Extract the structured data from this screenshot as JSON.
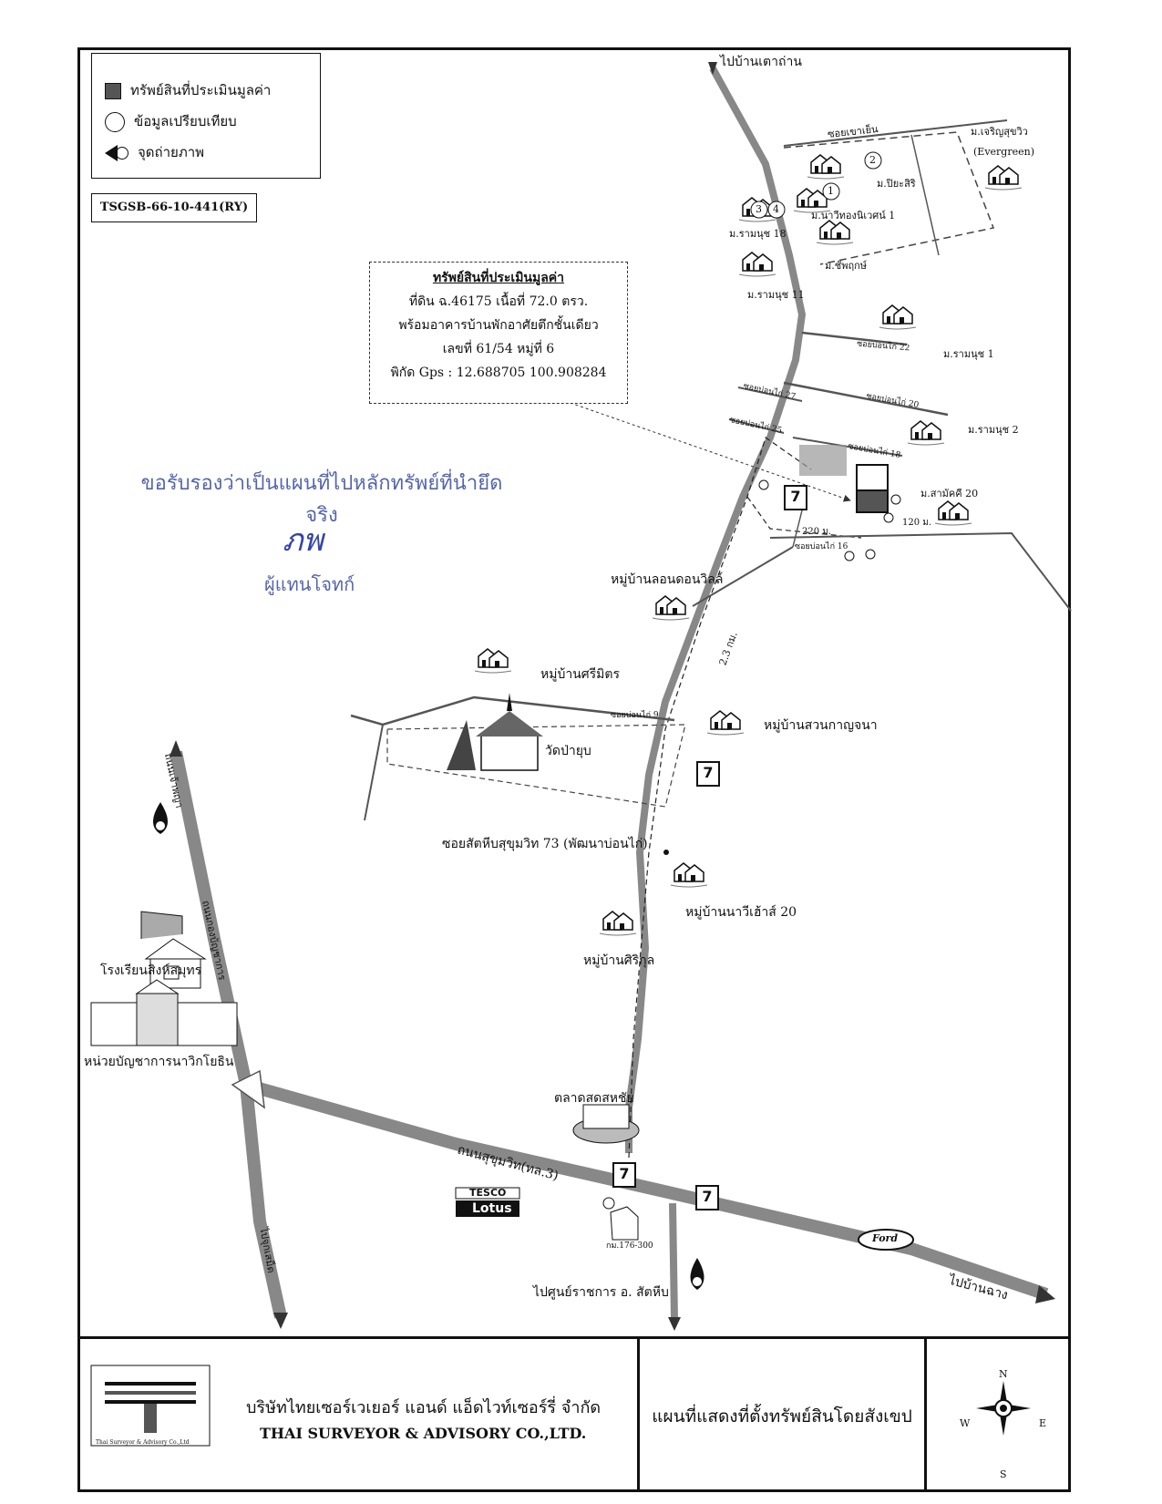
{
  "legend": {
    "items": [
      {
        "label": "ทรัพย์สินที่ประเมินมูลค่า",
        "icon": "filled-square-icon"
      },
      {
        "label": "ข้อมูลเปรียบเทียบ",
        "icon": "circle-icon"
      },
      {
        "label": "จุดถ่ายภาพ",
        "icon": "camera-point-icon"
      }
    ]
  },
  "reference_code": "TSGSB-66-10-441(RY)",
  "property_info": {
    "title": "ทรัพย์สินที่ประเมินมูลค่า",
    "line1": "ที่ดิน ฉ.46175 เนื้อที่ 72.0 ตรว.",
    "line2": "พร้อมอาคารบ้านพักอาศัยตึกชั้นเดียว",
    "line3": "เลขที่ 61/54 หมู่ที่ 6",
    "line4": "พิกัด Gps : 12.688705 100.908284"
  },
  "stamp": {
    "text": "ขอรับรองว่าเป็นแผนที่ไปหลักทรัพย์ที่นำยึดจริง",
    "signature": "ภพ",
    "role": "ผู้แทนโจทก์"
  },
  "map_labels": {
    "to_north": "ไปบ้านเตาถ่าน",
    "soi_khao_yen": "ซอยเขาเย็น",
    "charoen_sukhum": "ม.เจริญสุขวิว",
    "evergreen": "(Evergreen)",
    "piyasiri": "ม.ปิยะสิริ",
    "nawi": "ม.นาวีทองนิเวศน์ 1",
    "raman18": "ม.รามนุช 18",
    "chaphruk": "ม.ชัพฤกษ์",
    "raman11": "ม.รามนุช 11",
    "raman1": "ม.รามนุช 1",
    "soi22": "ซอยบ่อนไก่ 22",
    "soi27": "ซอยบ่อนไก่ 27",
    "soi20": "ซอยบ่อนไก่ 20",
    "soi25": "ซอยบ่อนไก่ 25",
    "soi18": "ซอยบ่อนไก่ 18",
    "raman2": "ม.รามนุช 2",
    "samakkhi": "ม.สามัคคี 20",
    "dist220": "220 ม.",
    "dist120": "120 ม.",
    "soi16": "ซอยบ่อนไก่ 16",
    "london": "หมู่บ้านลอนดอนวิลล์",
    "dist23": "2.3 กม.",
    "srimit": "หมู่บ้านศรีมิตร",
    "soi9": "ซอยบ่อนไก่ 9",
    "suankan": "หมู่บ้านสวนกาญจนา",
    "wat": "วัดป่ายุบ",
    "soi73": "ซอยสัตหีบสุขุมวิท 73 (พัฒนาบ่อนไก่)",
    "navee": "หมู่บ้านนาวีเฮ้าส์ 20",
    "sirikul": "หมู่บ้านศิริกุล",
    "school": "โรงเรียนสิงห์สมุทร",
    "naval": "หน่วยบัญชาการนาวิกโยธิน",
    "market": "ตลาดสดสหชัย",
    "sukhumvit": "ถนนสุขุมวิท(ทล.3)",
    "tesco": "TESCO",
    "lotus": "Lotus",
    "km": "กม.176-300",
    "to_sattahip": "ไปศูนย์ราชการ อ. สัตหีบ",
    "to_rayong": "ไปบ้านฉาง",
    "ford": "Ford",
    "road_west_upper": "ถนนเจ้าพญา",
    "road_west_mid": "ถนนกองบัญชาการ",
    "road_west_lower": "ไปจุกเสม็ด",
    "seven": "7",
    "comp1": "1",
    "comp2": "2",
    "comp3": "3",
    "comp4": "4"
  },
  "footer": {
    "logo_caption": "Thai Surveyor & Advisory Co.,Ltd",
    "company_th": "บริษัทไทยเซอร์เวเยอร์ แอนด์ แอ็ดไวท์เซอร์รี่ จำกัด",
    "company_en": "THAI SURVEYOR & ADVISORY CO.,LTD.",
    "map_title": "แผนที่แสดงที่ตั้งทรัพย์สินโดยสังเขป",
    "compass": {
      "n": "N",
      "s": "S",
      "e": "E",
      "w": "W"
    }
  }
}
